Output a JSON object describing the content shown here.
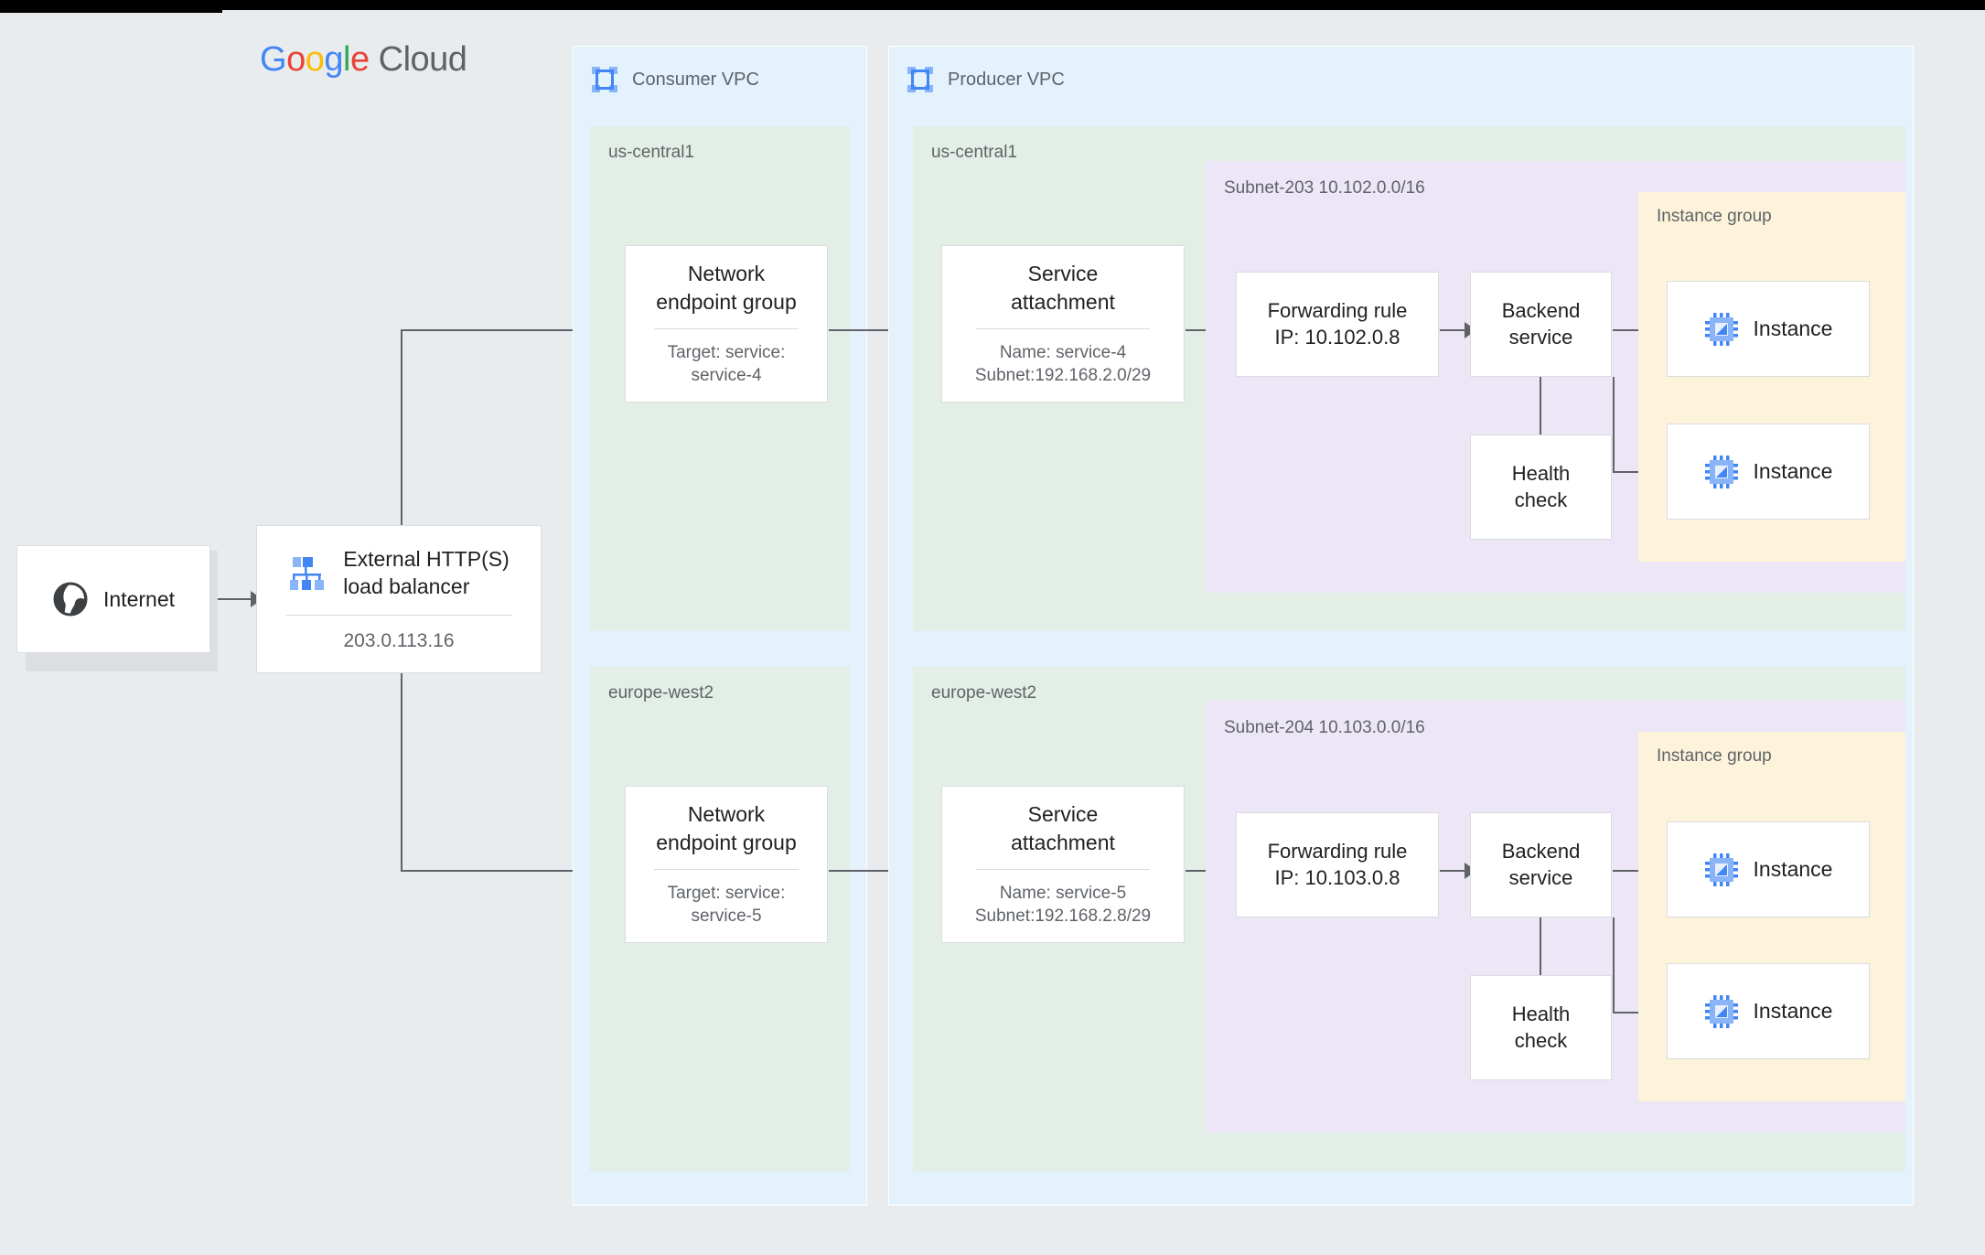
{
  "brand": {
    "logo_text_google": "Google",
    "logo_text_cloud": "Cloud",
    "colors": {
      "blue": "#4285F4",
      "red": "#EA4335",
      "yellow": "#FBBC05",
      "green": "#34A853",
      "gray": "#5F6368",
      "vpc_fill": "#E3F2FD",
      "region_fill": "#E3EFE6",
      "subnet_fill": "#ECE6F6",
      "instance_group_fill": "#FDF3DA",
      "canvas_bg": "#E9ECEE",
      "connector": "#5F6368"
    }
  },
  "external": {
    "internet": {
      "label": "Internet",
      "icon": "globe-icon"
    },
    "load_balancer": {
      "title": "External HTTP(S)\nload balancer",
      "ip": "203.0.113.16",
      "icon": "load-balancer-icon"
    }
  },
  "vpcs": [
    {
      "id": "consumer",
      "title": "Consumer VPC",
      "icon": "vpc-icon",
      "regions": [
        {
          "id": "consumer-us-central1",
          "label": "us-central1",
          "nodes": [
            {
              "name": "network-endpoint-group",
              "title": "Network\nendpoint group",
              "sub": "Target: service:\nservice-4"
            }
          ]
        },
        {
          "id": "consumer-europe-west2",
          "label": "europe-west2",
          "nodes": [
            {
              "name": "network-endpoint-group",
              "title": "Network\nendpoint group",
              "sub": "Target: service:\nservice-5"
            }
          ]
        }
      ]
    },
    {
      "id": "producer",
      "title": "Producer VPC",
      "icon": "vpc-icon",
      "regions": [
        {
          "id": "producer-us-central1",
          "label": "us-central1",
          "service_attachment": {
            "title": "Service\nattachment",
            "sub": "Name: service-4\nSubnet:192.168.2.0/29"
          },
          "subnet": {
            "label": "Subnet-203\n10.102.0.0/16",
            "forwarding_rule": "Forwarding rule\nIP: 10.102.0.8",
            "backend_service": "Backend\nservice",
            "health_check": "Health\ncheck",
            "instance_group": {
              "label": "Instance group",
              "instances": [
                {
                  "label": "Instance",
                  "icon": "instance-icon"
                },
                {
                  "label": "Instance",
                  "icon": "instance-icon"
                }
              ]
            }
          }
        },
        {
          "id": "producer-europe-west2",
          "label": "europe-west2",
          "service_attachment": {
            "title": "Service\nattachment",
            "sub": "Name: service-5\nSubnet:192.168.2.8/29"
          },
          "subnet": {
            "label": "Subnet-204\n10.103.0.0/16",
            "forwarding_rule": "Forwarding rule\nIP: 10.103.0.8",
            "backend_service": "Backend\nservice",
            "health_check": "Health\ncheck",
            "instance_group": {
              "label": "Instance group",
              "instances": [
                {
                  "label": "Instance",
                  "icon": "instance-icon"
                },
                {
                  "label": "Instance",
                  "icon": "instance-icon"
                }
              ]
            }
          }
        }
      ]
    }
  ]
}
